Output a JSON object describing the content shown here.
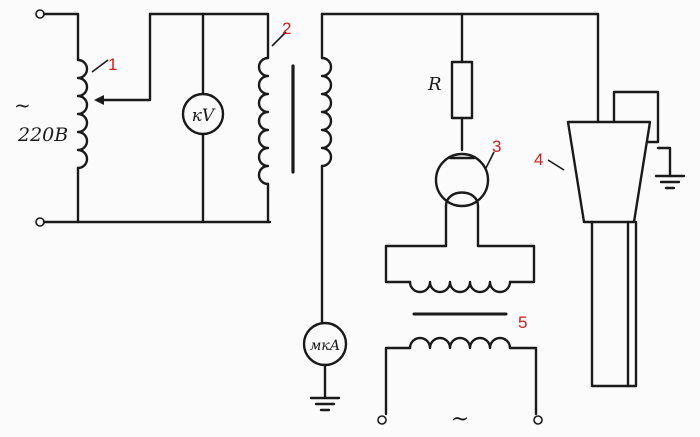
{
  "diagram": {
    "supply_symbol": "~",
    "supply_voltage": "220В",
    "kilovoltmeter": "кV",
    "resistor": "R",
    "microammeter": "мкА",
    "ac_symbol": "~",
    "callouts": [
      "1",
      "2",
      "3",
      "4",
      "5"
    ]
  },
  "colors": {
    "wire": "#1a1a1a",
    "callout": "#cc1f1f"
  }
}
